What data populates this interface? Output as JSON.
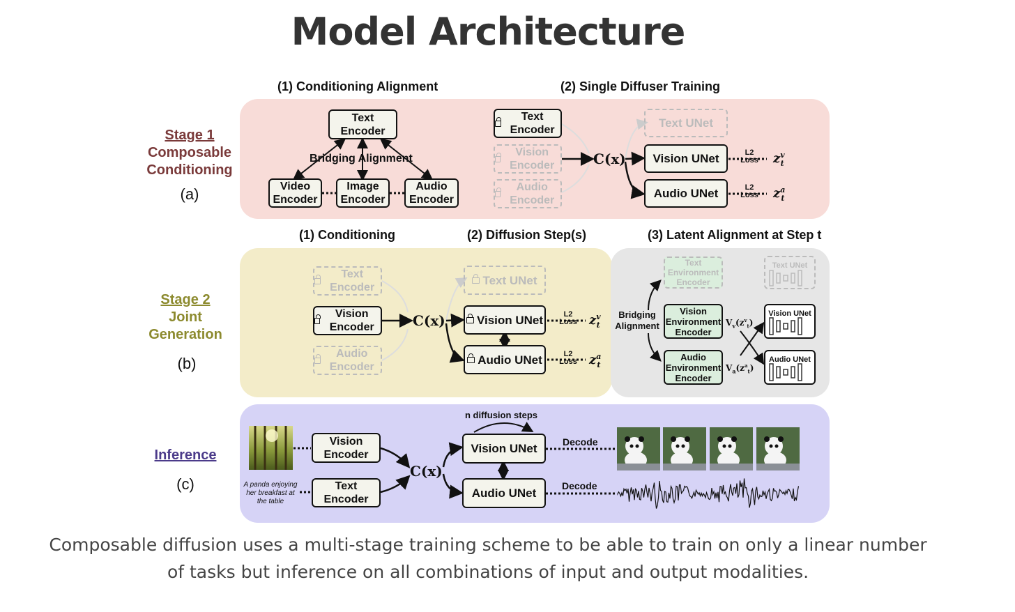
{
  "title": "Model Architecture",
  "colors": {
    "stage1_bg": "#f8dcd8",
    "stage2_bg": "#f3ecc9",
    "latent_bg": "#e6e6e6",
    "inference_bg": "#d6d3f6",
    "stage1_text": "#7a3a3a",
    "stage2_text": "#8c8a2e",
    "inference_text": "#4b3b8a"
  },
  "stage1": {
    "head1": "(1) Conditioning Alignment",
    "head2": "(2) Single Diffuser Training",
    "label_line1": "Stage 1",
    "label_line2": "Composable",
    "label_line3": "Conditioning",
    "tag": "(a)",
    "text_encoder": "Text Encoder",
    "bridging": "Bridging Alignment",
    "video_encoder": "Video Encoder",
    "image_encoder": "Image Encoder",
    "audio_encoder": "Audio Encoder",
    "locked_text_encoder": "Text Encoder",
    "locked_vision_encoder": "Vision Encoder",
    "locked_audio_encoder": "Audio Encoder",
    "cx": "C(x)",
    "text_unet": "Text UNet",
    "vision_unet": "Vision UNet",
    "audio_unet": "Audio UNet",
    "loss_top": "L2",
    "loss_bottom": "Loss",
    "z_v": "z",
    "z_v_sup": "v",
    "z_v_sub": "t",
    "z_a": "z",
    "z_a_sup": "a",
    "z_a_sub": "t"
  },
  "stage2": {
    "head1": "(1) Conditioning",
    "head2": "(2) Diffusion Step(s)",
    "head3": "(3) Latent Alignment at Step t",
    "label_line1": "Stage 2",
    "label_line2": "Joint",
    "label_line3": "Generation",
    "tag": "(b)",
    "text_encoder": "Text Encoder",
    "vision_encoder": "Vision Encoder",
    "audio_encoder": "Audio Encoder",
    "cx": "C(x)",
    "text_unet": "Text UNet",
    "vision_unet": "Vision UNet",
    "audio_unet": "Audio UNet",
    "loss_top": "L2",
    "loss_bottom": "Loss",
    "bridging": "Bridging Alignment",
    "text_env": "Text Environment Encoder",
    "vision_env": "Vision Environment Encoder",
    "audio_env": "Audio Environment Encoder",
    "text_unet_mini": "Text UNet",
    "vision_unet_mini": "Vision UNet",
    "audio_unet_mini": "Audio UNet",
    "v_v": "V",
    "v_v_sub": "v",
    "v_v_arg": "(z",
    "v_v_arg_sup": "v",
    "v_v_arg_sub": "t",
    "v_a": "V",
    "v_a_sub": "a",
    "v_a_arg": "(z",
    "v_a_arg_sup": "a",
    "v_a_arg_sub": "t"
  },
  "inference": {
    "label": "Inference",
    "tag": "(c)",
    "vision_encoder": "Vision Encoder",
    "text_encoder": "Text Encoder",
    "prompt": "A panda enjoying her breakfast at the table",
    "cx": "C(x)",
    "n_steps": "n diffusion steps",
    "vision_unet": "Vision UNet",
    "audio_unet": "Audio UNet",
    "decode1": "Decode",
    "decode2": "Decode"
  },
  "caption_line1": "Composable diffusion uses a multi-stage training scheme to be able to train on only a linear number",
  "caption_line2": "of tasks but inference on all combinations of input and output modalities."
}
